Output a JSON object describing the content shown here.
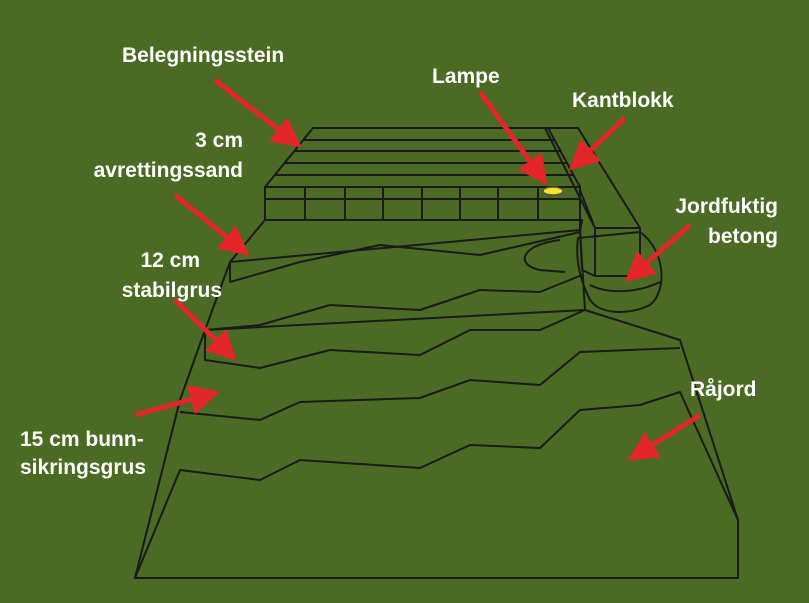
{
  "colors": {
    "background": "#4b6a24",
    "arrow": "#e3262a",
    "paver": "#d5d7d9",
    "curb": "#8a8c8e",
    "concrete": "#505052",
    "sand": "#f8b040",
    "stabilgrus": "#d98f45",
    "bunnsikringsgrus": "#c99a6a",
    "subsoil": "#3b2316",
    "lamp": "#f3e61c"
  },
  "labels": {
    "paving_stone": "Belegningsstein",
    "lamp": "Lampe",
    "curb": "Kantblokk",
    "sand_line1": "3 cm",
    "sand_line2": "avrettingssand",
    "concrete_line1": "Jordfuktig",
    "concrete_line2": "betong",
    "stabil_line1": "12 cm",
    "stabil_line2": "stabilgrus",
    "subsoil": "Råjord",
    "subbase_line1": "15 cm bunn-",
    "subbase_line2": "sikringsgrus"
  }
}
